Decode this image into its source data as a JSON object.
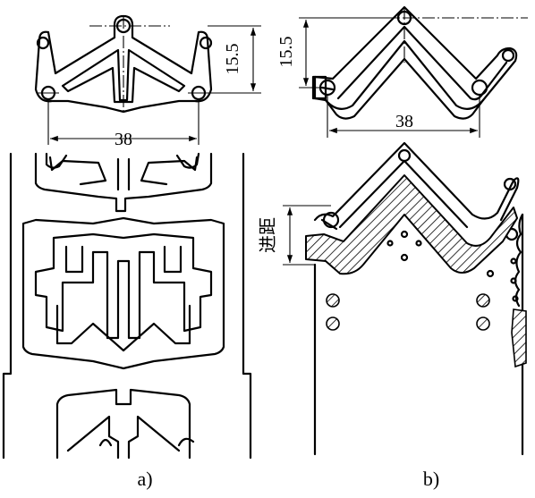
{
  "figure": {
    "panel_a": {
      "caption": "a)",
      "dim_width": "38",
      "dim_height": "15.5"
    },
    "panel_b": {
      "caption": "b)",
      "dim_width": "38",
      "dim_height": "15.5",
      "pitch_label": "进距"
    }
  }
}
